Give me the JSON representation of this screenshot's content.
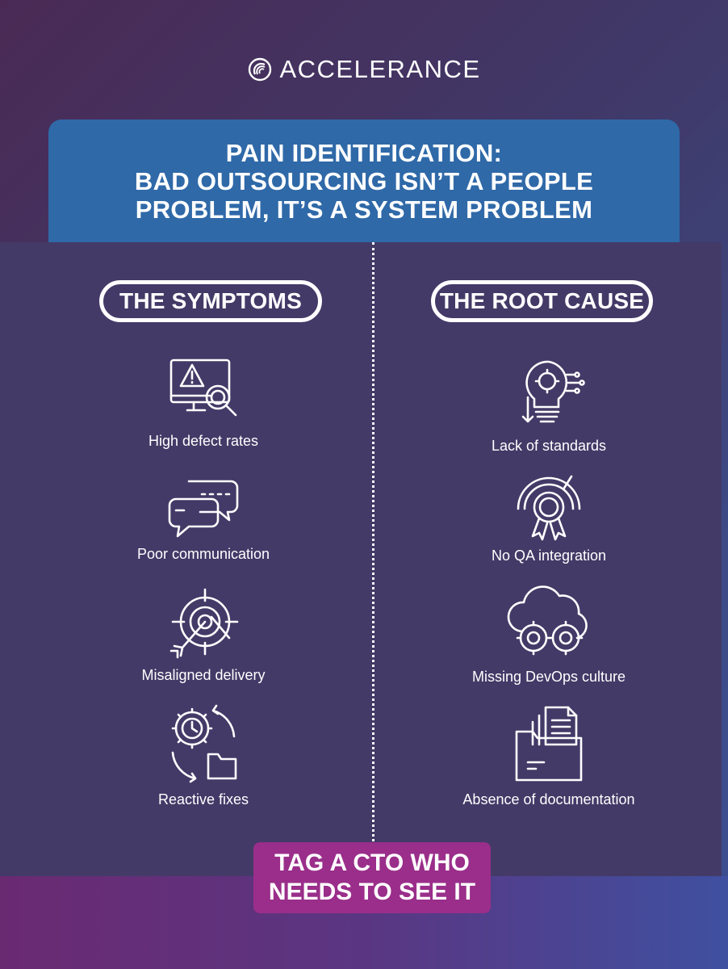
{
  "brand": {
    "name": "ACCELERANCE",
    "logo_icon": "swirl-logo-icon"
  },
  "header": {
    "lines": [
      "PAIN IDENTIFICATION:",
      "BAD OUTSOURCING ISN’T A PEOPLE",
      "PROBLEM, IT’S A SYSTEM PROBLEM"
    ]
  },
  "symptoms": {
    "title": "THE SYMPTOMS",
    "items": [
      {
        "label": "High defect rates",
        "icon": "monitor-warning-magnifier-icon"
      },
      {
        "label": "Poor communication",
        "icon": "chat-bubbles-icon"
      },
      {
        "label": "Misaligned delivery",
        "icon": "target-arrow-icon"
      },
      {
        "label": "Reactive fixes",
        "icon": "gear-clock-folder-icon"
      }
    ]
  },
  "root_cause": {
    "title": "THE ROOT CAUSE",
    "items": [
      {
        "label": "Lack of standards",
        "icon": "lightbulb-gear-icon"
      },
      {
        "label": "No QA integration",
        "icon": "quality-badge-gauge-icon"
      },
      {
        "label": "Missing DevOps culture",
        "icon": "cloud-gears-icon"
      },
      {
        "label": "Absence of documentation",
        "icon": "folder-documents-icon"
      }
    ]
  },
  "cta": {
    "lines": [
      "TAG A CTO WHO",
      "NEEDS TO SEE IT"
    ]
  },
  "colors": {
    "header_bg": "#2f69a8",
    "panel_bg": "#433a67",
    "cta_bg": "#9a2e8a",
    "text": "#ffffff"
  }
}
